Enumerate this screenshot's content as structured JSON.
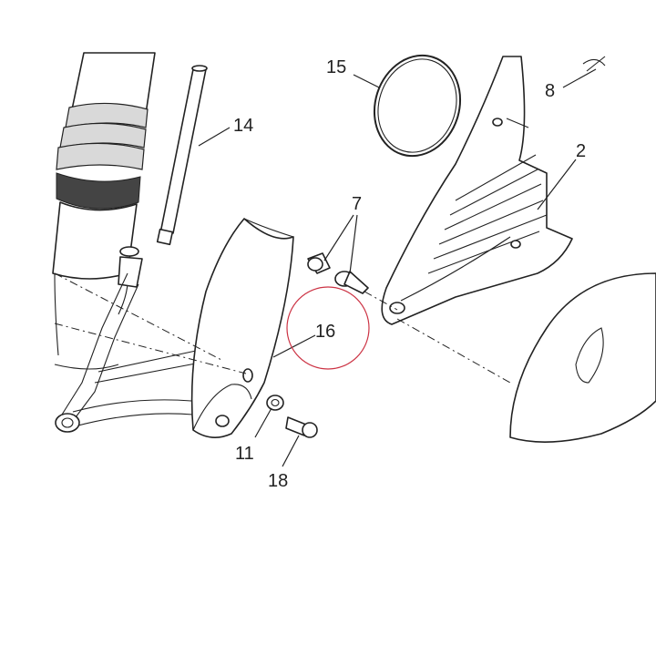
{
  "callouts": {
    "part_2": "2",
    "part_7": "7",
    "part_8": "8",
    "part_11": "11",
    "part_14": "14",
    "part_15": "15",
    "part_16": "16",
    "part_18": "18"
  },
  "colors": {
    "line": "#222222",
    "highlight_circle": "#cc3344",
    "background": "#ffffff"
  }
}
